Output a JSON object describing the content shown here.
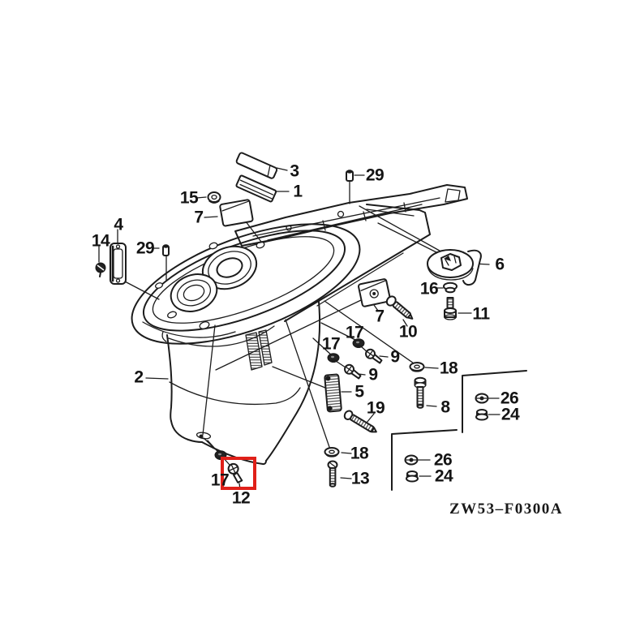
{
  "diagram": {
    "code": "ZW53–F0300A",
    "highlighted_part": "12",
    "highlight_color": "#e02019",
    "line_color": "#1c1c1c",
    "background_color": "#ffffff",
    "callouts": [
      "3",
      "1",
      "15",
      "7",
      "29",
      "4",
      "14",
      "29",
      "2",
      "6",
      "16",
      "11",
      "7",
      "10",
      "17",
      "17",
      "9",
      "9",
      "18",
      "5",
      "19",
      "8",
      "26",
      "24",
      "18",
      "13",
      "17",
      "12",
      "26",
      "24"
    ]
  }
}
